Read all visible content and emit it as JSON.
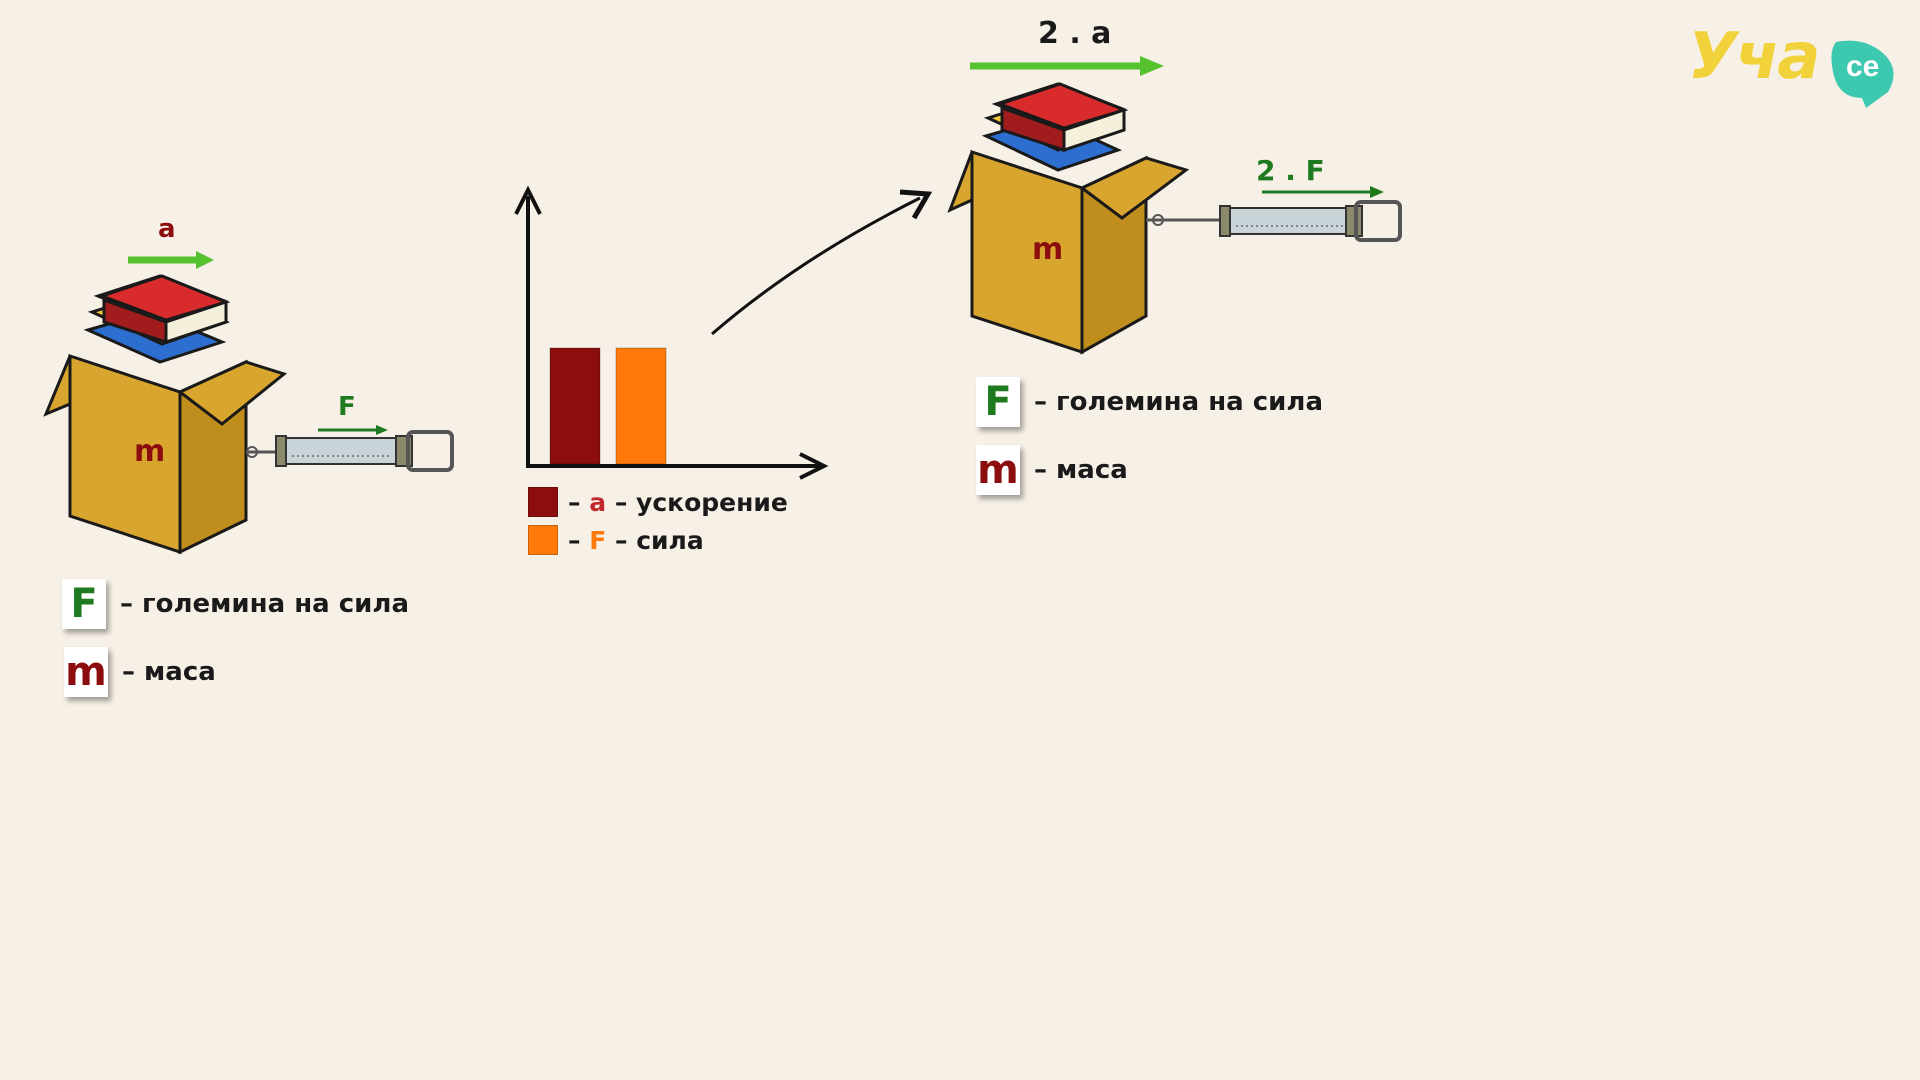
{
  "logo": {
    "text": "Уча",
    "badge": "се",
    "accent": "#f2d23a",
    "badge_color": "#3dc9b0"
  },
  "left_scene": {
    "accel_label": "а",
    "force_label": "F",
    "mass_label": "m",
    "legend": [
      {
        "symbol": "F",
        "text": "– големина на сила"
      },
      {
        "symbol": "m",
        "text": "– маса"
      }
    ]
  },
  "chart_data": {
    "type": "bar",
    "categories": [
      "а",
      "F"
    ],
    "values": [
      1,
      1
    ],
    "colors": [
      "#8b0d0d",
      "#ff7a0a"
    ],
    "legend": [
      {
        "symbol": "а",
        "text": "– ускорение",
        "color": "#8b0d0d",
        "symbol_color": "#c0282d"
      },
      {
        "symbol": "F",
        "text": "– сила",
        "color": "#ff7a0a",
        "symbol_color": "#ff7a0a"
      }
    ],
    "grid": false,
    "legend_position": "bottom"
  },
  "right_scene": {
    "accel_label": "2 . а",
    "force_label": "2 . F",
    "mass_label": "m",
    "legend": [
      {
        "symbol": "F",
        "text": "– големина на сила"
      },
      {
        "symbol": "m",
        "text": "– маса"
      }
    ]
  },
  "colors": {
    "background": "#f6f0e6",
    "box": "#d8a52e",
    "arrow_green": "#56c22e",
    "force_green": "#1e7a1e",
    "mass_red": "#8b0d0d"
  }
}
